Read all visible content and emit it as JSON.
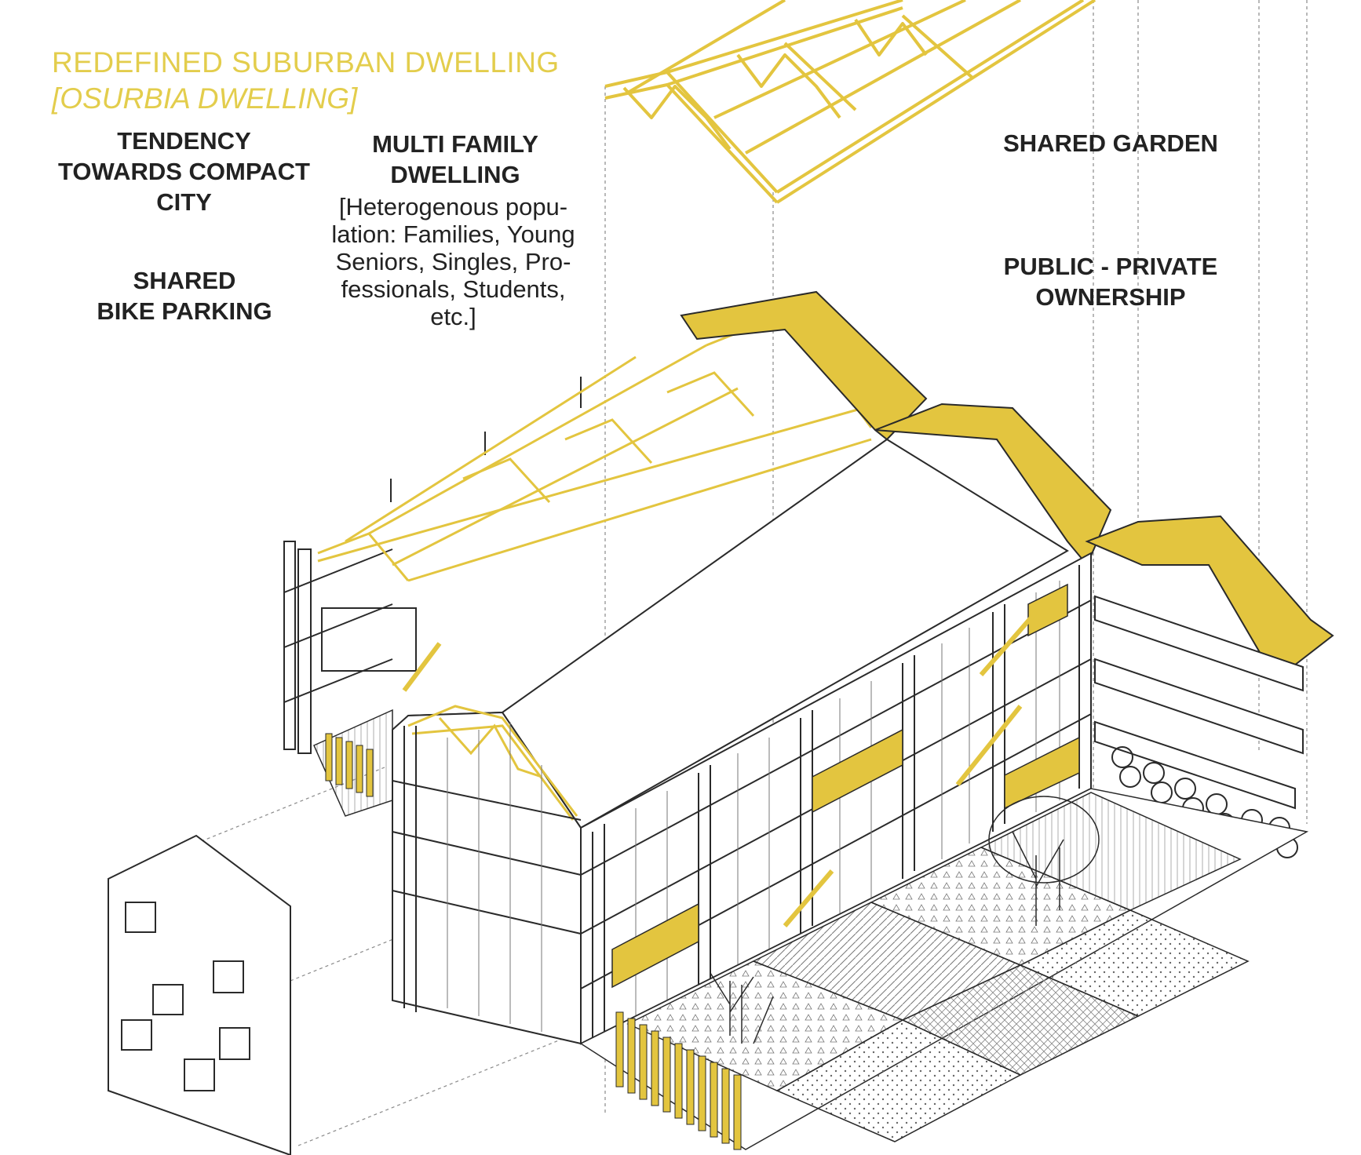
{
  "header": {
    "title": "REDEFINED SUBURBAN DWELLING",
    "subtitle": "[OSURBIA DWELLING]"
  },
  "labels": {
    "compact_city": [
      "TENDENCY",
      "TOWARDS COMPACT",
      "CITY"
    ],
    "bike_parking": [
      "SHARED",
      "BIKE PARKING"
    ],
    "multi_family": [
      "MULTI FAMILY",
      "DWELLING"
    ],
    "population_note": [
      "[Heterogenous popu-",
      "lation: Families, Young",
      "Seniors, Singles, Pro-",
      "fessionals, Students,",
      "etc.]"
    ],
    "shared_garden": [
      "SHARED GARDEN"
    ],
    "ownership": [
      "PUBLIC - PRIVATE",
      "OWNERSHIP"
    ]
  },
  "colors": {
    "accent_yellow": "#e3c53f",
    "title_yellow": "#e3cd4c",
    "line": "#2a2a2a",
    "guide": "#8a8a8a"
  }
}
